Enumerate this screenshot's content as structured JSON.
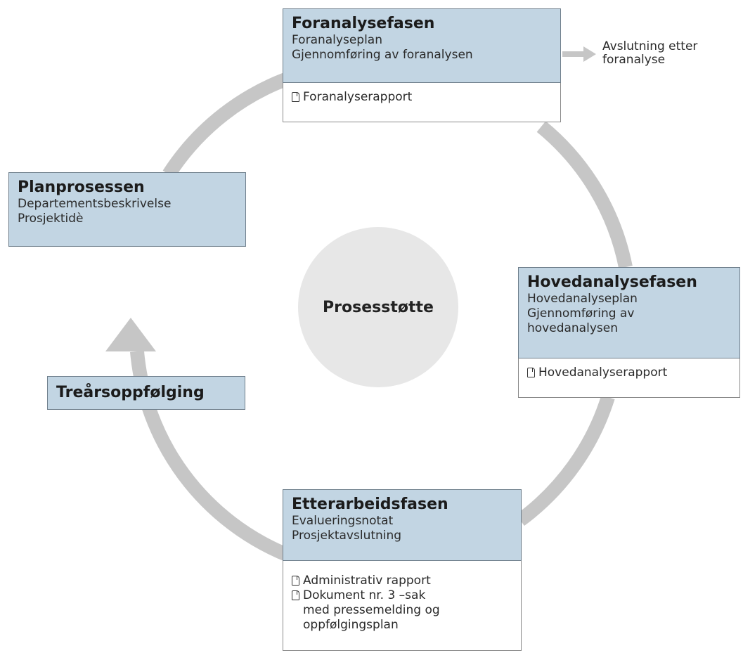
{
  "center": {
    "label": "Prosesstøtte"
  },
  "phases": {
    "foranalyse": {
      "title": "Foranalysefasen",
      "lines": [
        "Foranalyseplan",
        "Gjennomføring av foranalysen"
      ],
      "docs": [
        "Foranalyserapport"
      ]
    },
    "plan": {
      "title": "Planprosessen",
      "lines": [
        "Departementsbeskrivelse",
        "Prosjektidè"
      ]
    },
    "hovedanalyse": {
      "title": "Hovedanalysefasen",
      "lines": [
        "Hovedanalyseplan",
        "Gjennomføring av",
        "hovedanalysen"
      ],
      "docs": [
        "Hovedanalyserapport"
      ]
    },
    "etterarbeid": {
      "title": "Etterarbeidsfasen",
      "lines": [
        "Evalueringsnotat",
        "Prosjektavslutning"
      ],
      "docs": [
        "Administrativ rapport",
        "Dokument nr. 3 –sak",
        "med pressemelding og",
        "oppfølgingsplan"
      ]
    },
    "treaar": {
      "title": "Treårsoppfølging"
    }
  },
  "exit": {
    "line1": "Avslutning etter",
    "line2": "foranalyse"
  },
  "colors": {
    "box_fill": "#c2d5e3",
    "ring": "#c8c8c8",
    "center_circle": "#e6e6e6"
  }
}
